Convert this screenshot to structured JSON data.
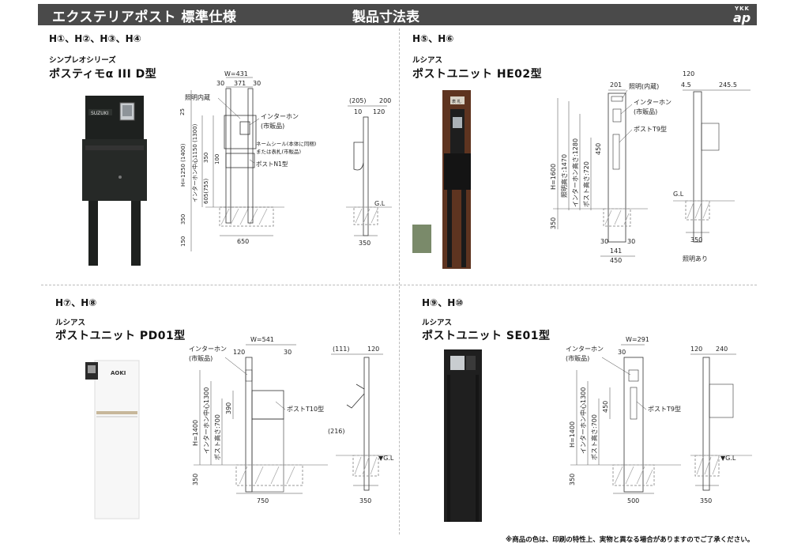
{
  "header": {
    "title": "エクステリアポスト 標準仕様",
    "table_title": "製品寸法表",
    "logo_top": "YKK",
    "logo_main": "ap"
  },
  "sections": [
    {
      "codes": "H①、H②、H③、H④",
      "series": "シンプレオシリーズ",
      "model": "ポスティモα III D型",
      "photo_nameplate": "SUZUKI",
      "front": {
        "w_total": "W=431",
        "w_left": "30",
        "w_mid": "371",
        "w_right": "30",
        "light": "照明内蔵",
        "intercom": "インターホン",
        "market": "(市販品)",
        "nameseal": "ネームシール(本体に同梱)",
        "nameplate": "または表札(市販品)",
        "post": "ポストN1型",
        "v_25": "25",
        "v_h": "H=1250 (1400)",
        "v_ic": "インターホン中心1150 (1300)",
        "v_350u": "350",
        "v_100": "100",
        "v_605": "605(755)",
        "v_350g": "350",
        "v_150": "150",
        "base": "650"
      },
      "side": {
        "d1": "(205)",
        "d2": "200",
        "d3": "10",
        "d4": "120",
        "gl": "G.L",
        "base": "350"
      }
    },
    {
      "codes": "H⑤、H⑥",
      "series": "ルシアス",
      "model": "ポストユニット HE02型",
      "photo_nameplate": "表 札",
      "front": {
        "w_top": "201",
        "light": "照明(内蔵)",
        "intercom": "インターホン",
        "market": "(市販品)",
        "post": "ポストT9型",
        "v_h": "H=1600",
        "v_light": "照明高さ:1470",
        "v_ic": "インターホン高さ:1280",
        "v_post": "ポスト高さ:720",
        "v_450": "450",
        "v_350": "350",
        "b1": "30",
        "b2": "30",
        "b3": "141",
        "base": "450"
      },
      "side": {
        "d1": "120",
        "d2": "4.5",
        "d3": "245.5",
        "gl": "G.L",
        "base": "350",
        "light_note": "照明あり"
      }
    },
    {
      "codes": "H⑦、H⑧",
      "series": "ルシアス",
      "model": "ポストユニット PD01型",
      "photo_nameplate": "AOKI",
      "front": {
        "w_total": "W=541",
        "w_left": "120",
        "w_right": "30",
        "intercom": "インターホン",
        "market": "(市販品)",
        "post": "ポストT10型",
        "v_h": "H=1400",
        "v_ic": "インターホン中心1300",
        "v_post": "ポスト高さ:700",
        "v_390": "390",
        "v_350": "350",
        "base": "750"
      },
      "side": {
        "d1": "(111)",
        "d2": "120",
        "d3": "(216)",
        "gl": "▼G.L",
        "base": "350"
      }
    },
    {
      "codes": "H⑨、H⑩",
      "series": "ルシアス",
      "model": "ポストユニット SE01型",
      "front": {
        "w_total": "W=291",
        "w_left": "30",
        "intercom": "インターホン",
        "market": "(市販品)",
        "post": "ポストT9型",
        "v_h": "H=1400",
        "v_ic": "インターホン中心1300",
        "v_post": "ポスト高さ:700",
        "v_450": "450",
        "v_350": "350",
        "base": "500"
      },
      "side": {
        "d1": "120",
        "d2": "240",
        "gl": "▼G.L",
        "base": "350"
      }
    }
  ],
  "footnote": "※商品の色は、印刷の特性上、実物と異なる場合がありますのでご了承ください。",
  "colors": {
    "header_bg": "#4a4a4a",
    "post_black": "#1e211f",
    "post_wood": "#5e3420",
    "hatch": "#999999"
  }
}
